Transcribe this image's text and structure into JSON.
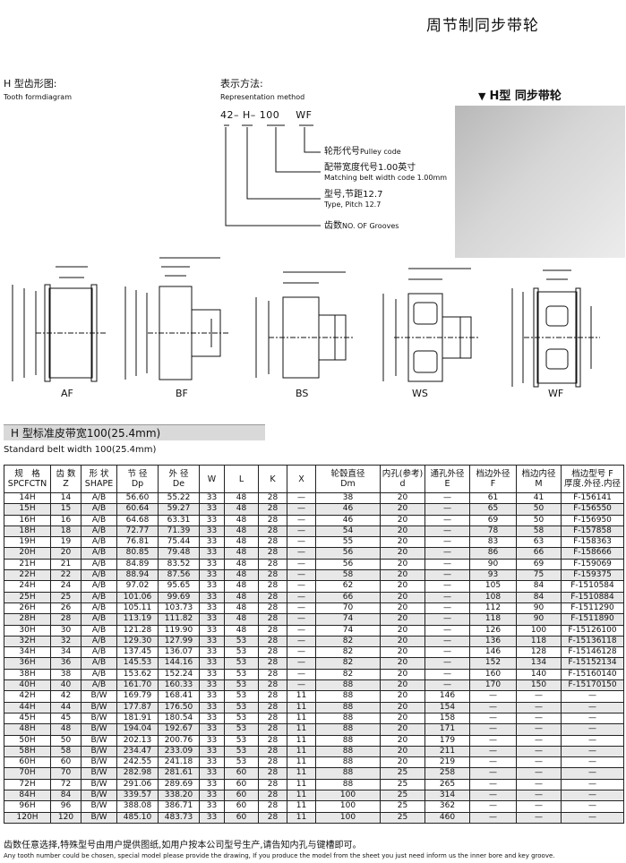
{
  "page": {
    "title": "周节制同步带轮"
  },
  "tooth": {
    "label_cn": "H 型齿形图:",
    "label_en": "Tooth formdiagram"
  },
  "representation": {
    "label_cn": "表示方法:",
    "label_en": "Representation method",
    "code_parts": [
      "42",
      "H",
      "100",
      "WF"
    ],
    "items": [
      {
        "cn": "轮形代号",
        "en": "Pulley code"
      },
      {
        "cn": "配带宽度代号1.00英寸",
        "en": "Matching belt width code 1.00mm"
      },
      {
        "cn": "型号,节距12.7",
        "en": "Type, Pitch 12.7"
      },
      {
        "cn": "齿数",
        "en": "NO. OF Grooves"
      }
    ]
  },
  "product": {
    "title": "H型  同步带轮"
  },
  "diagrams": [
    "AF",
    "BF",
    "BS",
    "WS",
    "WF"
  ],
  "section": {
    "title": "H 型标准皮带宽100(25.4mm)",
    "subtitle": "Standard belt width 100(25.4mm)"
  },
  "table": {
    "headers": [
      {
        "cn": "规　格",
        "en": "SPCFCTN"
      },
      {
        "cn": "齿 数",
        "en": "Z"
      },
      {
        "cn": "形 状",
        "en": "SHAPE"
      },
      {
        "cn": "节 径",
        "en": "Dp"
      },
      {
        "cn": "外 径",
        "en": "De"
      },
      {
        "cn": "W",
        "en": ""
      },
      {
        "cn": "L",
        "en": ""
      },
      {
        "cn": "K",
        "en": ""
      },
      {
        "cn": "X",
        "en": ""
      },
      {
        "cn": "轮毂直径",
        "en": "Dm"
      },
      {
        "cn": "内孔(参考)",
        "en": "d"
      },
      {
        "cn": "通孔外径",
        "en": "E"
      },
      {
        "cn": "档边外径",
        "en": "F"
      },
      {
        "cn": "档边内径",
        "en": "M"
      },
      {
        "cn": "档边型号 F",
        "en": "厚度.外径.内径"
      }
    ],
    "rows": [
      [
        "14H",
        "14",
        "A/B",
        "56.60",
        "55.22",
        "33",
        "48",
        "28",
        "—",
        "38",
        "20",
        "—",
        "61",
        "41",
        "F-156141"
      ],
      [
        "15H",
        "15",
        "A/B",
        "60.64",
        "59.27",
        "33",
        "48",
        "28",
        "—",
        "46",
        "20",
        "—",
        "65",
        "50",
        "F-156550"
      ],
      [
        "16H",
        "16",
        "A/B",
        "64.68",
        "63.31",
        "33",
        "48",
        "28",
        "—",
        "46",
        "20",
        "—",
        "69",
        "50",
        "F-156950"
      ],
      [
        "18H",
        "18",
        "A/B",
        "72.77",
        "71.39",
        "33",
        "48",
        "28",
        "—",
        "54",
        "20",
        "—",
        "78",
        "58",
        "F-157858"
      ],
      [
        "19H",
        "19",
        "A/B",
        "76.81",
        "75.44",
        "33",
        "48",
        "28",
        "—",
        "55",
        "20",
        "—",
        "83",
        "63",
        "F-158363"
      ],
      [
        "20H",
        "20",
        "A/B",
        "80.85",
        "79.48",
        "33",
        "48",
        "28",
        "—",
        "56",
        "20",
        "—",
        "86",
        "66",
        "F-158666"
      ],
      [
        "21H",
        "21",
        "A/B",
        "84.89",
        "83.52",
        "33",
        "48",
        "28",
        "—",
        "56",
        "20",
        "—",
        "90",
        "69",
        "F-159069"
      ],
      [
        "22H",
        "22",
        "A/B",
        "88.94",
        "87.56",
        "33",
        "48",
        "28",
        "—",
        "58",
        "20",
        "—",
        "93",
        "75",
        "F-159375"
      ],
      [
        "24H",
        "24",
        "A/B",
        "97.02",
        "95.65",
        "33",
        "48",
        "28",
        "—",
        "62",
        "20",
        "—",
        "105",
        "84",
        "F-1510584"
      ],
      [
        "25H",
        "25",
        "A/B",
        "101.06",
        "99.69",
        "33",
        "48",
        "28",
        "—",
        "66",
        "20",
        "—",
        "108",
        "84",
        "F-1510884"
      ],
      [
        "26H",
        "26",
        "A/B",
        "105.11",
        "103.73",
        "33",
        "48",
        "28",
        "—",
        "70",
        "20",
        "—",
        "112",
        "90",
        "F-1511290"
      ],
      [
        "28H",
        "28",
        "A/B",
        "113.19",
        "111.82",
        "33",
        "48",
        "28",
        "—",
        "74",
        "20",
        "—",
        "118",
        "90",
        "F-1511890"
      ],
      [
        "30H",
        "30",
        "A/B",
        "121.28",
        "119.90",
        "33",
        "48",
        "28",
        "—",
        "74",
        "20",
        "—",
        "126",
        "100",
        "F-15126100"
      ],
      [
        "32H",
        "32",
        "A/B",
        "129.30",
        "127.99",
        "33",
        "53",
        "28",
        "—",
        "82",
        "20",
        "—",
        "136",
        "118",
        "F-15136118"
      ],
      [
        "34H",
        "34",
        "A/B",
        "137.45",
        "136.07",
        "33",
        "53",
        "28",
        "—",
        "82",
        "20",
        "—",
        "146",
        "128",
        "F-15146128"
      ],
      [
        "36H",
        "36",
        "A/B",
        "145.53",
        "144.16",
        "33",
        "53",
        "28",
        "—",
        "82",
        "20",
        "—",
        "152",
        "134",
        "F-15152134"
      ],
      [
        "38H",
        "38",
        "A/B",
        "153.62",
        "152.24",
        "33",
        "53",
        "28",
        "—",
        "82",
        "20",
        "—",
        "160",
        "140",
        "F-15160140"
      ],
      [
        "40H",
        "40",
        "A/B",
        "161.70",
        "160.33",
        "33",
        "53",
        "28",
        "—",
        "88",
        "20",
        "—",
        "170",
        "150",
        "F-15170150"
      ],
      [
        "42H",
        "42",
        "B/W",
        "169.79",
        "168.41",
        "33",
        "53",
        "28",
        "11",
        "88",
        "20",
        "146",
        "—",
        "—",
        "—"
      ],
      [
        "44H",
        "44",
        "B/W",
        "177.87",
        "176.50",
        "33",
        "53",
        "28",
        "11",
        "88",
        "20",
        "154",
        "—",
        "—",
        "—"
      ],
      [
        "45H",
        "45",
        "B/W",
        "181.91",
        "180.54",
        "33",
        "53",
        "28",
        "11",
        "88",
        "20",
        "158",
        "—",
        "—",
        "—"
      ],
      [
        "48H",
        "48",
        "B/W",
        "194.04",
        "192.67",
        "33",
        "53",
        "28",
        "11",
        "88",
        "20",
        "171",
        "—",
        "—",
        "—"
      ],
      [
        "50H",
        "50",
        "B/W",
        "202.13",
        "200.76",
        "33",
        "53",
        "28",
        "11",
        "88",
        "20",
        "179",
        "—",
        "—",
        "—"
      ],
      [
        "58H",
        "58",
        "B/W",
        "234.47",
        "233.09",
        "33",
        "53",
        "28",
        "11",
        "88",
        "20",
        "211",
        "—",
        "—",
        "—"
      ],
      [
        "60H",
        "60",
        "B/W",
        "242.55",
        "241.18",
        "33",
        "53",
        "28",
        "11",
        "88",
        "20",
        "219",
        "—",
        "—",
        "—"
      ],
      [
        "70H",
        "70",
        "B/W",
        "282.98",
        "281.61",
        "33",
        "60",
        "28",
        "11",
        "88",
        "25",
        "258",
        "—",
        "—",
        "—"
      ],
      [
        "72H",
        "72",
        "B/W",
        "291.06",
        "289.69",
        "33",
        "60",
        "28",
        "11",
        "88",
        "25",
        "265",
        "—",
        "—",
        "—"
      ],
      [
        "84H",
        "84",
        "B/W",
        "339.57",
        "338.20",
        "33",
        "60",
        "28",
        "11",
        "100",
        "25",
        "314",
        "—",
        "—",
        "—"
      ],
      [
        "96H",
        "96",
        "B/W",
        "388.08",
        "386.71",
        "33",
        "60",
        "28",
        "11",
        "100",
        "25",
        "362",
        "—",
        "—",
        "—"
      ],
      [
        "120H",
        "120",
        "B/W",
        "485.10",
        "483.73",
        "33",
        "60",
        "28",
        "11",
        "100",
        "25",
        "460",
        "—",
        "—",
        "—"
      ]
    ]
  },
  "footer": {
    "cn": "齿数任意选择,特殊型号由用户提供图纸,如用户按本公司型号生产,请告知内孔与键槽即可。",
    "en": "Any tooth number could be chosen, special model please provide the drawing, If you produce the model from the sheet you just need inform us the inner bore and key groove."
  }
}
